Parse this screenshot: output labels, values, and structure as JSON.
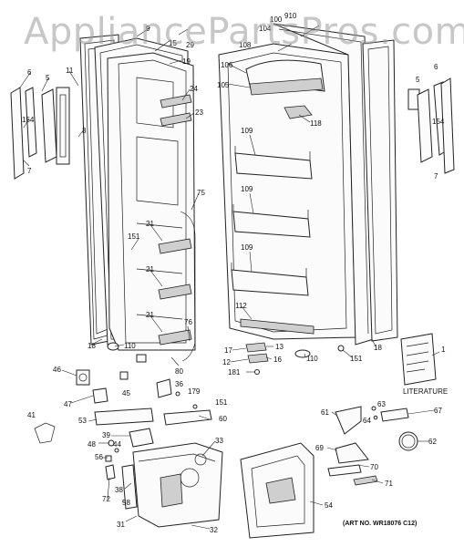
{
  "watermark": "AppliancePartsPros.com",
  "art_number": "(ART NO. WR18076 C12)",
  "literature_label": "LITERATURE",
  "callouts": [
    {
      "id": "c-9",
      "text": "9"
    },
    {
      "id": "c-15",
      "text": "15"
    },
    {
      "id": "c-29",
      "text": "29"
    },
    {
      "id": "c-19",
      "text": "19"
    },
    {
      "id": "c-11",
      "text": "11"
    },
    {
      "id": "c-6l",
      "text": "6"
    },
    {
      "id": "c-5l",
      "text": "5"
    },
    {
      "id": "c-154l",
      "text": "154"
    },
    {
      "id": "c-3",
      "text": "3"
    },
    {
      "id": "c-7l",
      "text": "7"
    },
    {
      "id": "c-24",
      "text": "24"
    },
    {
      "id": "c-23",
      "text": "23"
    },
    {
      "id": "c-75",
      "text": "75"
    },
    {
      "id": "c-21a",
      "text": "21"
    },
    {
      "id": "c-151a",
      "text": "151"
    },
    {
      "id": "c-21b",
      "text": "21"
    },
    {
      "id": "c-21c",
      "text": "21"
    },
    {
      "id": "c-18l",
      "text": "18"
    },
    {
      "id": "c-110l",
      "text": "110"
    },
    {
      "id": "c-76",
      "text": "76"
    },
    {
      "id": "c-80",
      "text": "80"
    },
    {
      "id": "c-46",
      "text": "46"
    },
    {
      "id": "c-45",
      "text": "45"
    },
    {
      "id": "c-36",
      "text": "36"
    },
    {
      "id": "c-179",
      "text": "179"
    },
    {
      "id": "c-151b",
      "text": "151"
    },
    {
      "id": "c-47",
      "text": "47"
    },
    {
      "id": "c-60",
      "text": "60"
    },
    {
      "id": "c-41",
      "text": "41"
    },
    {
      "id": "c-53",
      "text": "53"
    },
    {
      "id": "c-39",
      "text": "39"
    },
    {
      "id": "c-48",
      "text": "48"
    },
    {
      "id": "c-44",
      "text": "44"
    },
    {
      "id": "c-33",
      "text": "33"
    },
    {
      "id": "c-56",
      "text": "56"
    },
    {
      "id": "c-38",
      "text": "38"
    },
    {
      "id": "c-58",
      "text": "58"
    },
    {
      "id": "c-72",
      "text": "72"
    },
    {
      "id": "c-31",
      "text": "31"
    },
    {
      "id": "c-32",
      "text": "32"
    },
    {
      "id": "c-100",
      "text": "100"
    },
    {
      "id": "c-910",
      "text": "910"
    },
    {
      "id": "c-104",
      "text": "104"
    },
    {
      "id": "c-108",
      "text": "108"
    },
    {
      "id": "c-106",
      "text": "106"
    },
    {
      "id": "c-105",
      "text": "105"
    },
    {
      "id": "c-118",
      "text": "118"
    },
    {
      "id": "c-109a",
      "text": "109"
    },
    {
      "id": "c-109b",
      "text": "109"
    },
    {
      "id": "c-109c",
      "text": "109"
    },
    {
      "id": "c-112",
      "text": "112"
    },
    {
      "id": "c-17",
      "text": "17"
    },
    {
      "id": "c-13",
      "text": "13"
    },
    {
      "id": "c-12",
      "text": "12"
    },
    {
      "id": "c-16",
      "text": "16"
    },
    {
      "id": "c-110r",
      "text": "110"
    },
    {
      "id": "c-181",
      "text": "181"
    },
    {
      "id": "c-151c",
      "text": "151"
    },
    {
      "id": "c-18r",
      "text": "18"
    },
    {
      "id": "c-6r",
      "text": "6"
    },
    {
      "id": "c-5r",
      "text": "5"
    },
    {
      "id": "c-154r",
      "text": "154"
    },
    {
      "id": "c-7r",
      "text": "7"
    },
    {
      "id": "c-1",
      "text": "1"
    },
    {
      "id": "c-61",
      "text": "61"
    },
    {
      "id": "c-63",
      "text": "63"
    },
    {
      "id": "c-67",
      "text": "67"
    },
    {
      "id": "c-64",
      "text": "64"
    },
    {
      "id": "c-62",
      "text": "62"
    },
    {
      "id": "c-69",
      "text": "69"
    },
    {
      "id": "c-70",
      "text": "70"
    },
    {
      "id": "c-71",
      "text": "71"
    },
    {
      "id": "c-54",
      "text": "54"
    }
  ]
}
